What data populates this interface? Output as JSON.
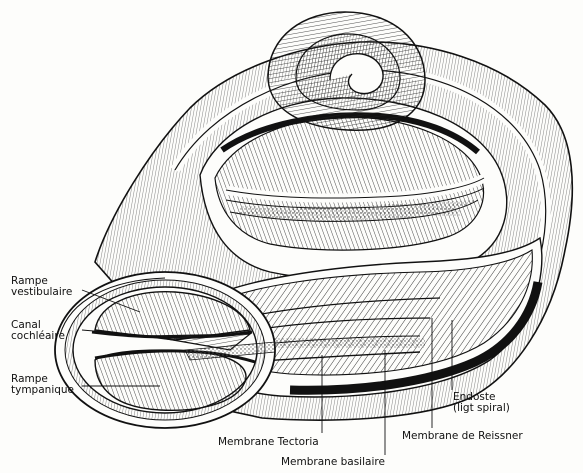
{
  "labels": {
    "rampe_vestibulaire": [
      "Rampe",
      "vestibulaire"
    ],
    "canal_cochleaire": [
      "Canal",
      "cochléaire"
    ],
    "rampe_tympanique": [
      "Rampe",
      "tympanique"
    ],
    "endoste": [
      "Endoste",
      "(ligt spiral)"
    ],
    "membrane_reissner": "Membrane de Reissner",
    "membrane_tectoria": "Membrane Tectoria",
    "membrane_basilaire": "Membrane basilaire"
  },
  "colors": {
    "ink": "#111111",
    "paper": "#fdfdfb",
    "stipple": "#bdbdb5"
  }
}
